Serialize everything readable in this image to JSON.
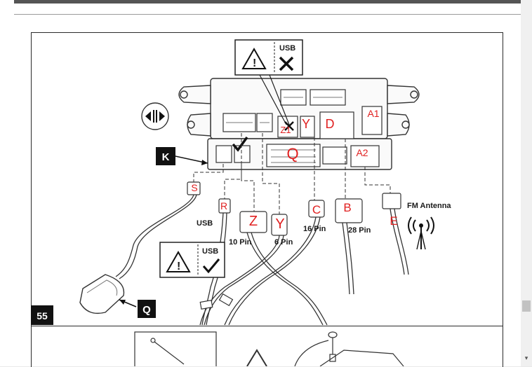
{
  "figure": {
    "number": "55",
    "labels": {
      "usb_top": "USB",
      "usb_ok": "USB",
      "k": "K",
      "q": "Q",
      "fm_antenna": "FM Antenna",
      "usb_cable": "USB",
      "pin10": "10 Pin",
      "pin6": "6 Pin",
      "pin16": "16 Pin",
      "pin28": "28 Pin"
    },
    "red_letters": {
      "a1": "A1",
      "a2": "A2",
      "d": "D",
      "y_top": "Y",
      "z1": "Z1",
      "q": "Q",
      "s": "S",
      "r": "R",
      "z": "Z",
      "y": "Y",
      "c": "C",
      "b": "B",
      "e": "E"
    },
    "icons": [
      "warning-triangle-icon",
      "cross-icon",
      "check-icon",
      "antenna-icon",
      "slide-arrows-icon"
    ]
  }
}
